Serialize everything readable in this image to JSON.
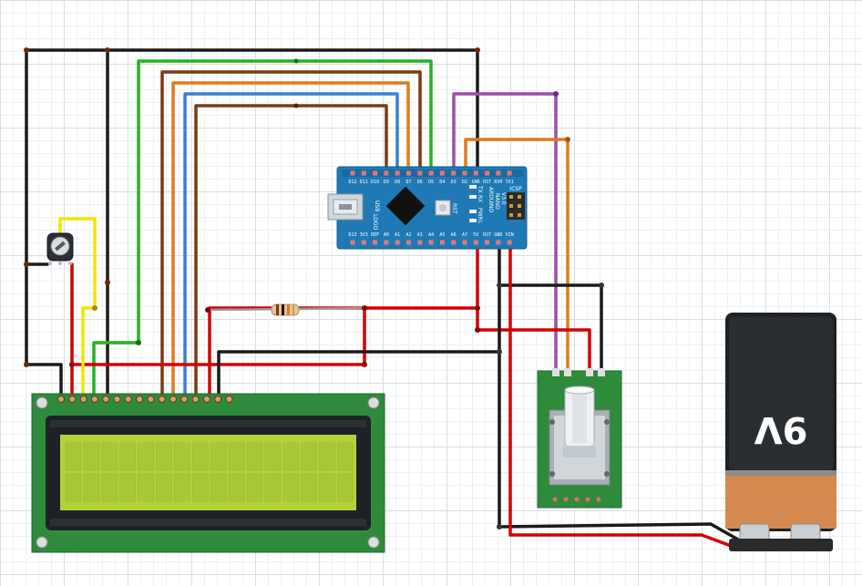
{
  "arduino": {
    "top_pins": [
      "D12",
      "D11",
      "D10",
      "D9",
      "D8",
      "D7",
      "D6",
      "D5",
      "D4",
      "D3",
      "D2",
      "GND",
      "RST",
      "RX0",
      "TX1"
    ],
    "bottom_pins": [
      "D13",
      "3V3",
      "REF",
      "A0",
      "A1",
      "A2",
      "A3",
      "A4",
      "A5",
      "A6",
      "A7",
      "5V",
      "RST",
      "GND",
      "VIN"
    ],
    "usb_label": "USB",
    "led_labels": [
      "TX",
      "RX",
      "PWR",
      "L"
    ],
    "rst_label": "RST",
    "board_name": "ARDUINO",
    "board_model": "NANO",
    "board_version": "V3.0",
    "icsp_label": "ICSP"
  },
  "battery": {
    "label": "9V"
  },
  "colors": {
    "red": "#d40000",
    "black": "#1a1a1a",
    "yellow": "#f2e600",
    "green": "#22b422",
    "brown": "#7a3a12",
    "orange": "#e07b1e",
    "blue": "#3a7fd6",
    "purple": "#9b4ea8",
    "gray": "#9a9a9a"
  }
}
